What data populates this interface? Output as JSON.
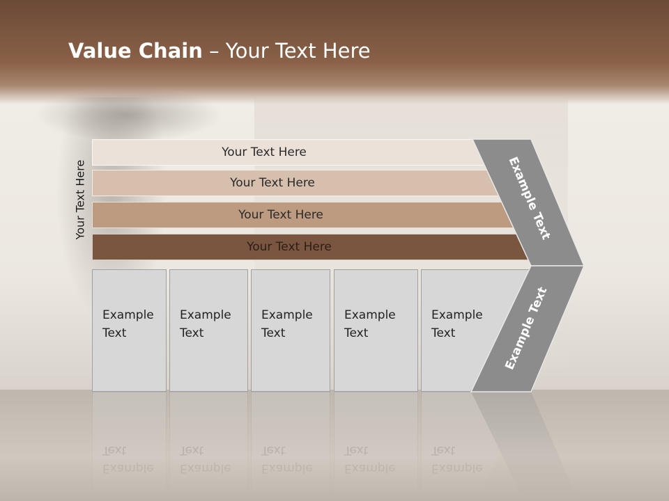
{
  "slide": {
    "title_bold": "Value Chain",
    "title_rest": " – Your Text Here",
    "vertical_label": "Your Text Here"
  },
  "bars": [
    {
      "label": "Your Text Here",
      "color": "#ece1d9"
    },
    {
      "label": "Your Text Here",
      "color": "#d7bfae"
    },
    {
      "label": "Your Text Here",
      "color": "#bd9b80"
    },
    {
      "label": "Your Text Here",
      "color": "#7a5540"
    }
  ],
  "boxes": [
    {
      "label": "Example\nText"
    },
    {
      "label": "Example\nText"
    },
    {
      "label": "Example\nText"
    },
    {
      "label": "Example\nText"
    },
    {
      "label": "Example\nText"
    }
  ],
  "chevron": {
    "upper_label": "Example Text",
    "lower_label": "Example Text",
    "color": "#8c8c8c"
  }
}
